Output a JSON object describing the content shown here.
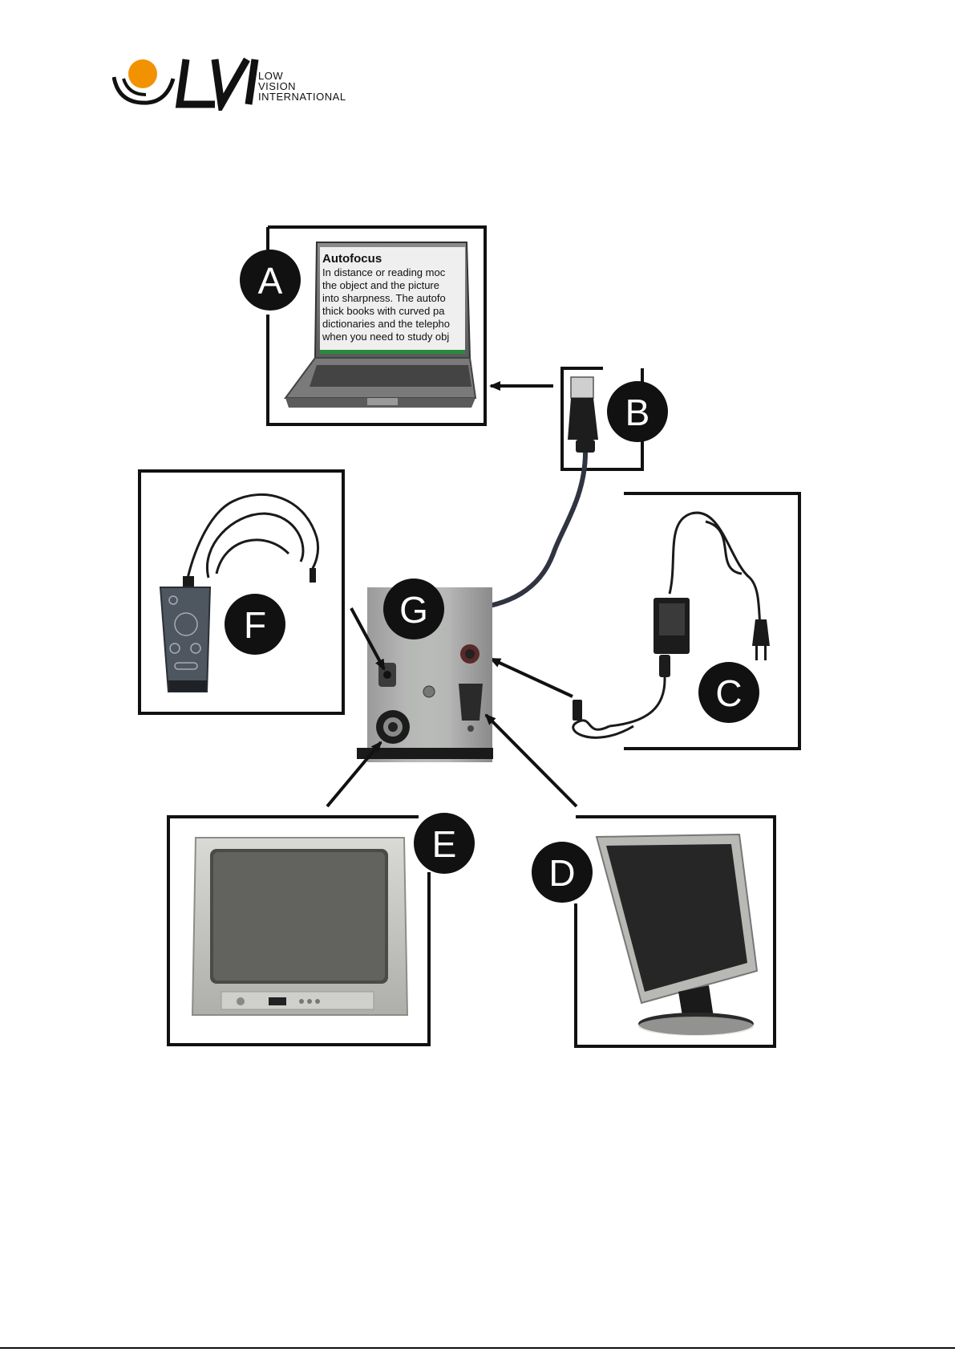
{
  "logo": {
    "mark": "LVI",
    "lines": [
      "LOW",
      "VISION",
      "INTERNATIONAL"
    ],
    "colors": {
      "sun": "#f39200",
      "ink": "#111111"
    }
  },
  "laptop_screen": {
    "title": "Autofocus",
    "lines": [
      "In distance or reading moc",
      "the object and the picture",
      "into sharpness. The autofo",
      "thick books with curved pa",
      "dictionaries and the telepho",
      "when you need to study obj"
    ]
  },
  "labels": {
    "A": "A",
    "B": "B",
    "C": "C",
    "D": "D",
    "E": "E",
    "F": "F",
    "G": "G"
  },
  "icons": {
    "A": "laptop-icon",
    "B": "usb-plug-icon",
    "C": "power-adapter-icon",
    "D": "lcd-monitor-icon",
    "E": "crt-tv-icon",
    "F": "remote-control-icon",
    "G": "connector-panel-icon"
  }
}
